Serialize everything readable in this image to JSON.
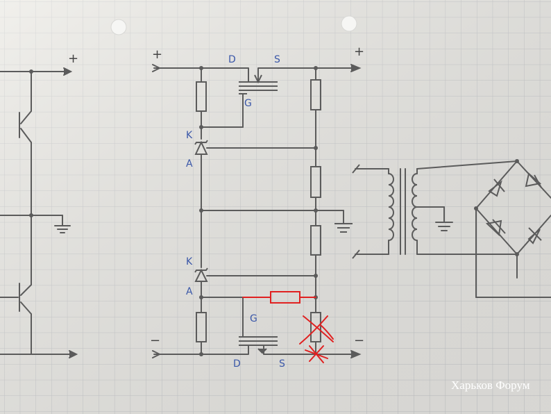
{
  "labels": {
    "drain_top": "D",
    "source_top": "S",
    "gate_top": "G",
    "cathode_top": "K",
    "anode_top": "A",
    "cathode_bottom": "K",
    "anode_bottom": "A",
    "gate_bottom": "G",
    "drain_bottom": "D",
    "source_bottom": "S"
  },
  "signs": {
    "left_plus": "+",
    "center_plus_in": "+",
    "center_plus_out": "+",
    "center_minus_in": "−",
    "center_minus_out": "−"
  },
  "watermark": "Харьков Форум",
  "colors": {
    "pencil": "#5b5b5b",
    "ink_blue": "#3a57a8",
    "correction_red": "#e02020",
    "grid": "#b9bcc2"
  }
}
